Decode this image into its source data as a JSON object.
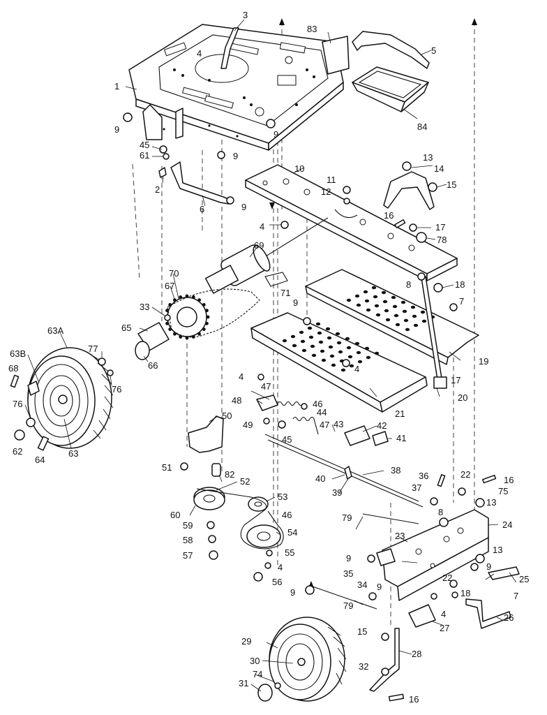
{
  "callouts": [
    {
      "id": "c1",
      "text": "1"
    },
    {
      "id": "c2",
      "text": "2"
    },
    {
      "id": "c3",
      "text": "3"
    },
    {
      "id": "c4a",
      "text": "4"
    },
    {
      "id": "c4b",
      "text": "4"
    },
    {
      "id": "c4c",
      "text": "4"
    },
    {
      "id": "c4d",
      "text": "4"
    },
    {
      "id": "c4e",
      "text": "4"
    },
    {
      "id": "c4f",
      "text": "4"
    },
    {
      "id": "c5",
      "text": "5"
    },
    {
      "id": "c6",
      "text": "6"
    },
    {
      "id": "c7a",
      "text": "7"
    },
    {
      "id": "c7b",
      "text": "7"
    },
    {
      "id": "c8a",
      "text": "8"
    },
    {
      "id": "c8b",
      "text": "8"
    },
    {
      "id": "c9a",
      "text": "9"
    },
    {
      "id": "c9b",
      "text": "9"
    },
    {
      "id": "c9c",
      "text": "9"
    },
    {
      "id": "c9d",
      "text": "9"
    },
    {
      "id": "c9e",
      "text": "9"
    },
    {
      "id": "c9f",
      "text": "9"
    },
    {
      "id": "c9g",
      "text": "9"
    },
    {
      "id": "c9h",
      "text": "9"
    },
    {
      "id": "c9i",
      "text": "9"
    },
    {
      "id": "c10",
      "text": "10"
    },
    {
      "id": "c11",
      "text": "11"
    },
    {
      "id": "c12",
      "text": "12"
    },
    {
      "id": "c13a",
      "text": "13"
    },
    {
      "id": "c13b",
      "text": "13"
    },
    {
      "id": "c13c",
      "text": "13"
    },
    {
      "id": "c14",
      "text": "14"
    },
    {
      "id": "c15a",
      "text": "15"
    },
    {
      "id": "c15b",
      "text": "15"
    },
    {
      "id": "c16a",
      "text": "16"
    },
    {
      "id": "c16b",
      "text": "16"
    },
    {
      "id": "c16c",
      "text": "16"
    },
    {
      "id": "c17a",
      "text": "17"
    },
    {
      "id": "c17b",
      "text": "17"
    },
    {
      "id": "c18a",
      "text": "18"
    },
    {
      "id": "c18b",
      "text": "18"
    },
    {
      "id": "c19",
      "text": "19"
    },
    {
      "id": "c20",
      "text": "20"
    },
    {
      "id": "c21",
      "text": "21"
    },
    {
      "id": "c22a",
      "text": "22"
    },
    {
      "id": "c22b",
      "text": "22"
    },
    {
      "id": "c23",
      "text": "23"
    },
    {
      "id": "c24",
      "text": "24"
    },
    {
      "id": "c25",
      "text": "25"
    },
    {
      "id": "c26",
      "text": "26"
    },
    {
      "id": "c27",
      "text": "27"
    },
    {
      "id": "c28",
      "text": "28"
    },
    {
      "id": "c29",
      "text": "29"
    },
    {
      "id": "c30",
      "text": "30"
    },
    {
      "id": "c31",
      "text": "31"
    },
    {
      "id": "c32",
      "text": "32"
    },
    {
      "id": "c33",
      "text": "33"
    },
    {
      "id": "c34",
      "text": "34"
    },
    {
      "id": "c35",
      "text": "35"
    },
    {
      "id": "c36",
      "text": "36"
    },
    {
      "id": "c37",
      "text": "37"
    },
    {
      "id": "c38",
      "text": "38"
    },
    {
      "id": "c39",
      "text": "39"
    },
    {
      "id": "c40",
      "text": "40"
    },
    {
      "id": "c41",
      "text": "41"
    },
    {
      "id": "c42",
      "text": "42"
    },
    {
      "id": "c43",
      "text": "43"
    },
    {
      "id": "c44",
      "text": "44"
    },
    {
      "id": "c45a",
      "text": "45"
    },
    {
      "id": "c45b",
      "text": "45"
    },
    {
      "id": "c46a",
      "text": "46"
    },
    {
      "id": "c46b",
      "text": "46"
    },
    {
      "id": "c47a",
      "text": "47"
    },
    {
      "id": "c47b",
      "text": "47"
    },
    {
      "id": "c48",
      "text": "48"
    },
    {
      "id": "c49",
      "text": "49"
    },
    {
      "id": "c50",
      "text": "50"
    },
    {
      "id": "c51",
      "text": "51"
    },
    {
      "id": "c52",
      "text": "52"
    },
    {
      "id": "c53",
      "text": "53"
    },
    {
      "id": "c54",
      "text": "54"
    },
    {
      "id": "c55",
      "text": "55"
    },
    {
      "id": "c56",
      "text": "56"
    },
    {
      "id": "c57",
      "text": "57"
    },
    {
      "id": "c58",
      "text": "58"
    },
    {
      "id": "c59",
      "text": "59"
    },
    {
      "id": "c60",
      "text": "60"
    },
    {
      "id": "c61",
      "text": "61"
    },
    {
      "id": "c62",
      "text": "62"
    },
    {
      "id": "c63a",
      "text": "63"
    },
    {
      "id": "c63A",
      "text": "63A"
    },
    {
      "id": "c63B",
      "text": "63B"
    },
    {
      "id": "c64",
      "text": "64"
    },
    {
      "id": "c65",
      "text": "65"
    },
    {
      "id": "c66",
      "text": "66"
    },
    {
      "id": "c67",
      "text": "67"
    },
    {
      "id": "c68",
      "text": "68"
    },
    {
      "id": "c69",
      "text": "69"
    },
    {
      "id": "c70",
      "text": "70"
    },
    {
      "id": "c71",
      "text": "71"
    },
    {
      "id": "c74",
      "text": "74"
    },
    {
      "id": "c75",
      "text": "75"
    },
    {
      "id": "c76a",
      "text": "76"
    },
    {
      "id": "c76b",
      "text": "76"
    },
    {
      "id": "c77",
      "text": "77"
    },
    {
      "id": "c78",
      "text": "78"
    },
    {
      "id": "c79a",
      "text": "79"
    },
    {
      "id": "c79b",
      "text": "79"
    },
    {
      "id": "c82",
      "text": "82"
    },
    {
      "id": "c83",
      "text": "83"
    },
    {
      "id": "c84",
      "text": "84"
    }
  ]
}
